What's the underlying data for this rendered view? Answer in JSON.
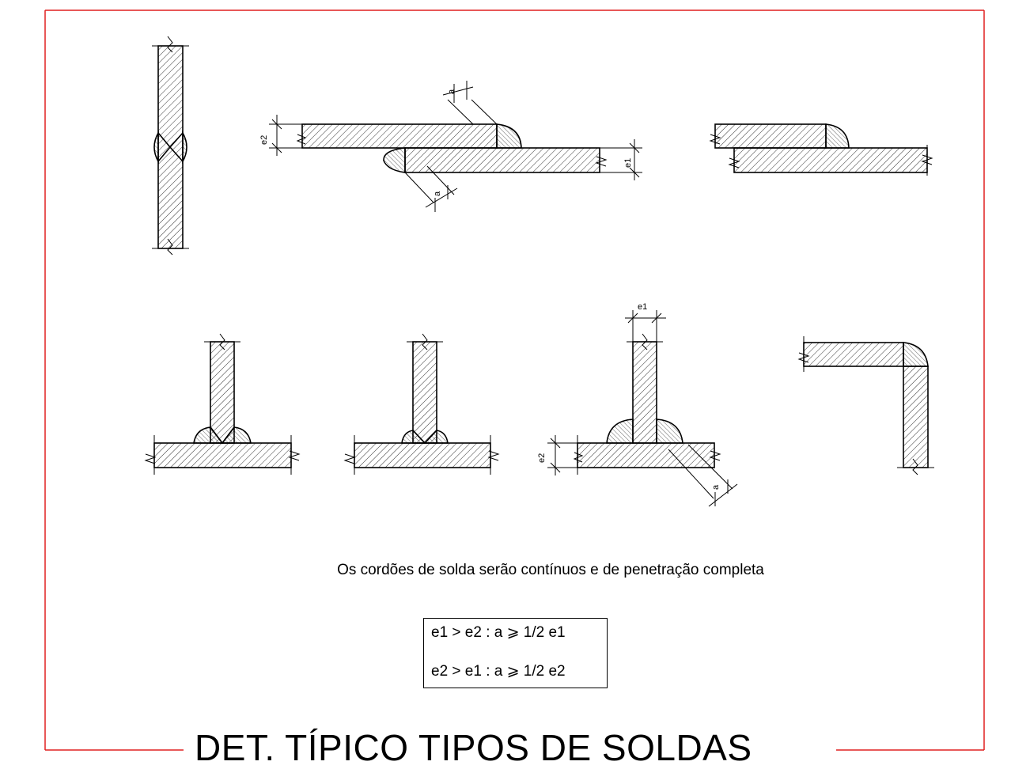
{
  "labels": {
    "a": "a",
    "e1": "e1",
    "e2": "e2"
  },
  "note": "Os cordões de solda serão contínuos e de penetração completa",
  "formulas": [
    "e1 > e2 : a ⩾ 1/2 e1",
    "e2 > e1 : a ⩾ 1/2 e2"
  ],
  "title": "DET. TÍPICO TIPOS DE SOLDAS",
  "colors": {
    "frame": "#e02020",
    "ink": "#000000"
  }
}
